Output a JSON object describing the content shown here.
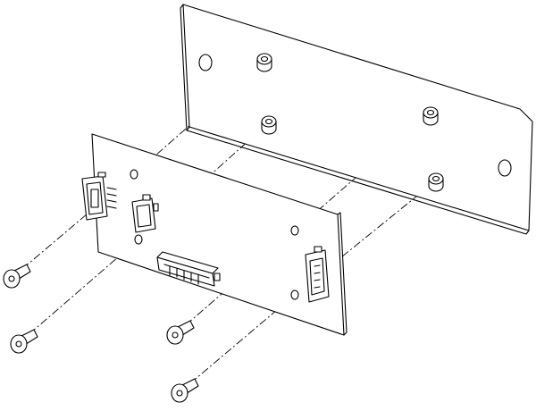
{
  "drawing": {
    "type": "exploded-assembly-view",
    "colors": {
      "line": "#000000",
      "background": "#ffffff"
    },
    "parts": [
      "back-plate",
      "standoff",
      "circuit-board",
      "connector",
      "screw"
    ],
    "counts": {
      "standoffs": 4,
      "screws": 4,
      "connectors": 4
    }
  }
}
